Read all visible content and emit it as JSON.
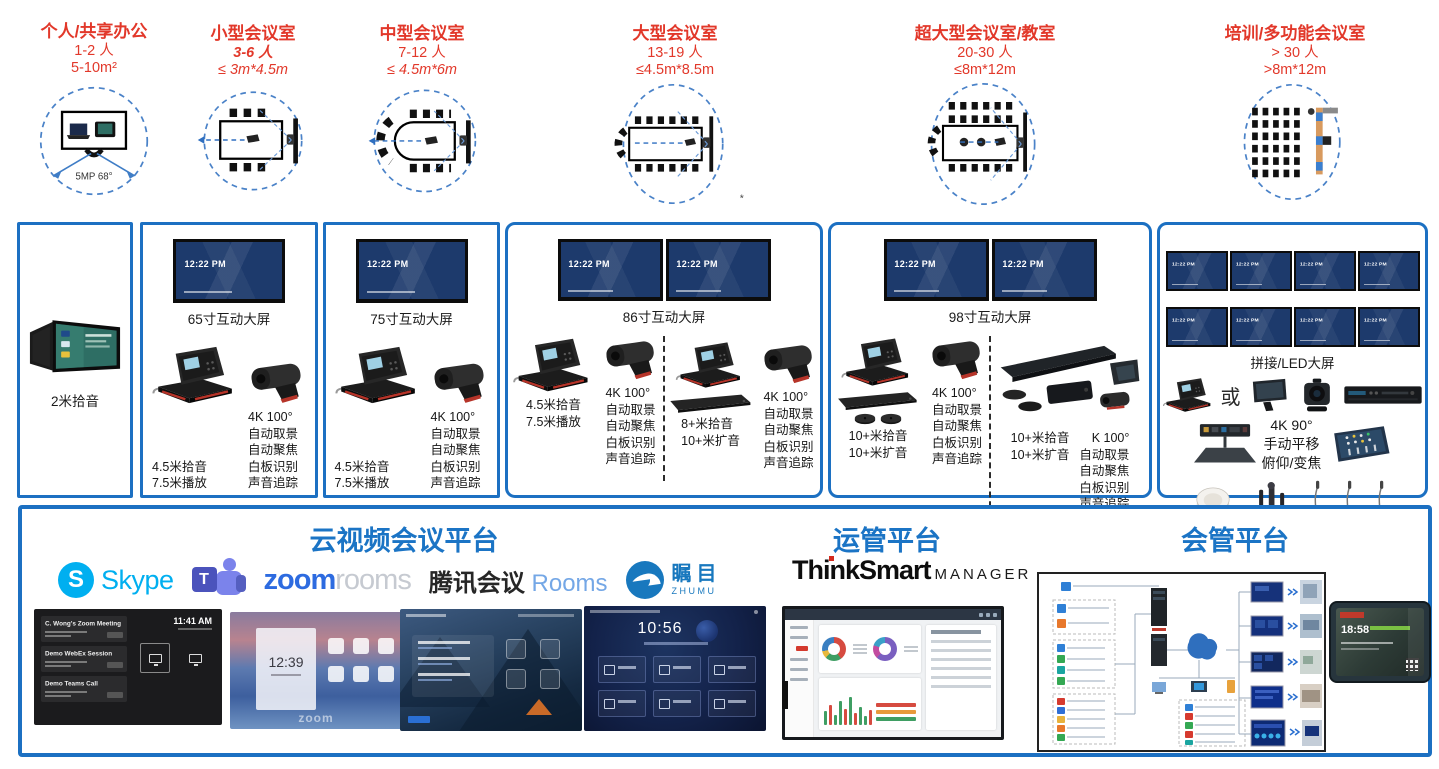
{
  "colors": {
    "accent_red": "#E2382A",
    "accent_blue": "#1C70C2",
    "title_blue": "#1B74C5"
  },
  "rooms": [
    {
      "title": "个人/共享办公",
      "capacity": "1-2 人",
      "size": "5-10m²",
      "note": "5MP 68°"
    },
    {
      "title": "小型会议室",
      "capacity": "3-6 人",
      "size": "≤ 3m*4.5m"
    },
    {
      "title": "中型会议室",
      "capacity": "7-12 人",
      "size": "≤ 4.5m*6m"
    },
    {
      "title": "大型会议室",
      "capacity": "13-19 人",
      "size": "≤4.5m*8.5m",
      "footnote": "*"
    },
    {
      "title": "超大型会议室/教室",
      "capacity": "20-30 人",
      "size": "≤8m*12m"
    },
    {
      "title": "培训/多功能会议室",
      "capacity": "> 30 人",
      "size": ">8m*12m"
    }
  ],
  "screens": {
    "time": "12:22 PM"
  },
  "boxes": {
    "personal": {
      "label": "2米拾音"
    },
    "small": {
      "screen": "65寸互动大屏",
      "audio": [
        "4.5米拾音",
        "7.5米播放"
      ],
      "camera": [
        "4K 100°",
        "自动取景",
        "自动聚焦",
        "白板识别",
        "声音追踪"
      ]
    },
    "medium": {
      "screen": "75寸互动大屏",
      "audio": [
        "4.5米拾音",
        "7.5米播放"
      ],
      "camera": [
        "4K 100°",
        "自动取景",
        "自动聚焦",
        "白板识别",
        "声音追踪"
      ]
    },
    "large": {
      "screen": "86寸互动大屏",
      "left": {
        "audio": [
          "4.5米拾音",
          "7.5米播放"
        ],
        "camera": [
          "4K 100°",
          "自动取景",
          "自动聚焦",
          "白板识别",
          "声音追踪"
        ]
      },
      "right": {
        "audio": [
          "8+米拾音",
          "10+米扩音"
        ],
        "camera": [
          "4K 100°",
          "自动取景",
          "自动聚焦",
          "白板识别",
          "声音追踪"
        ]
      }
    },
    "xlarge": {
      "screen": "98寸互动大屏",
      "left": {
        "audio": [
          "10+米拾音",
          "10+米扩音"
        ],
        "camera": [
          "4K 100°",
          "自动取景",
          "自动聚焦",
          "白板识别",
          "声音追踪"
        ]
      },
      "right": {
        "audio": [
          "10+米拾音",
          "10+米扩音"
        ],
        "camera": [
          "K 100°",
          "自动取景",
          "自动聚焦",
          "白板识别",
          "声音追踪"
        ]
      }
    },
    "training": {
      "screen": "拼接/LED大屏",
      "or": "或",
      "camera": [
        "4K 90°",
        "手动平移",
        "俯仰/变焦"
      ]
    }
  },
  "platforms": {
    "cloud": {
      "title": "云视频会议平台"
    },
    "ops": {
      "title": "运管平台",
      "brand": "ThinkSmart",
      "brand_suffix": "MANAGER"
    },
    "mgmt": {
      "title": "会管平台"
    }
  },
  "logos": {
    "skype": {
      "initial": "S",
      "label": "Skype"
    },
    "teams": {
      "initial": "T"
    },
    "zoom": {
      "part1": "zoom",
      "part2": "rooms"
    },
    "tencent": {
      "part1": "腾讯会议",
      "part2": "Rooms"
    },
    "zhumu": {
      "name": "瞩目",
      "sub": "ZHUMU"
    }
  },
  "consoles": {
    "teams_panel": {
      "time": "11:41 AM",
      "meetings": [
        "C. Wong's Zoom Meeting",
        "Demo WebEx Session",
        "Demo Teams Call"
      ]
    },
    "zoom_panel": {
      "time": "12:39",
      "watermark": "zoom"
    },
    "zhumu_panel": {
      "time": "10:56"
    },
    "scheduler_tablet": {
      "time": "18:58"
    }
  }
}
